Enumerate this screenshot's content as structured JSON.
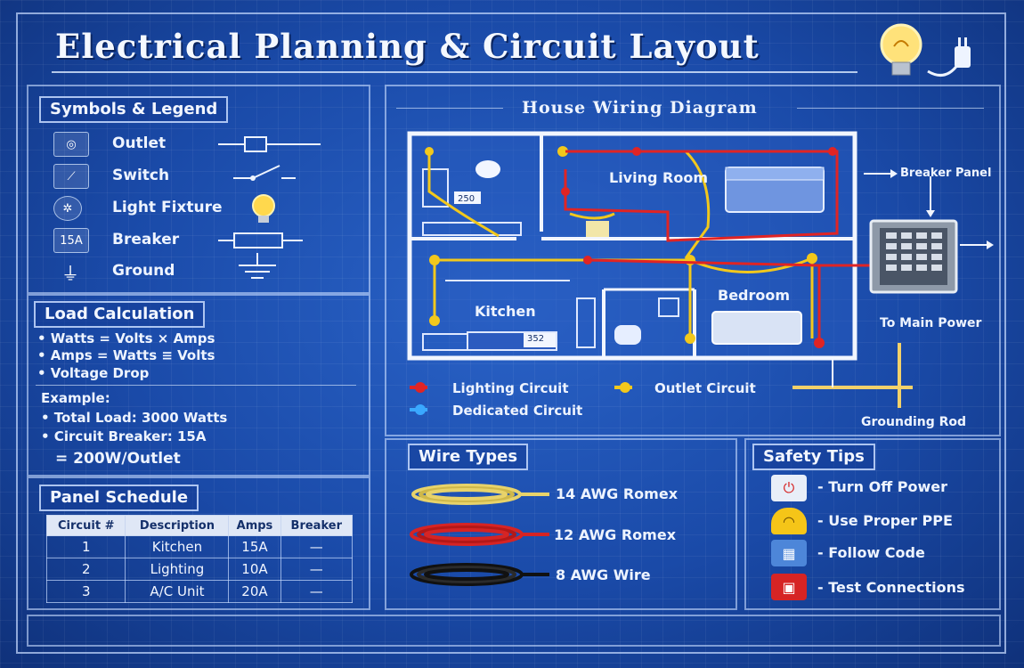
{
  "title": "Electrical Planning & Circuit Layout",
  "legend": {
    "heading": "Symbols & Legend",
    "items": [
      {
        "label": "Outlet",
        "icon": "outlet-icon"
      },
      {
        "label": "Switch",
        "icon": "switch-icon"
      },
      {
        "label": "Light Fixture",
        "icon": "light-fixture-icon"
      },
      {
        "label": "Breaker",
        "icon": "breaker-icon",
        "badge": "15A"
      },
      {
        "label": "Ground",
        "icon": "ground-icon"
      }
    ]
  },
  "load": {
    "heading": "Load Calculation",
    "formulas": [
      "• Watts = Volts × Amps",
      "• Amps = Watts ≡ Volts",
      "• Voltage Drop"
    ],
    "example_label": "Example:",
    "example": [
      "• Total Load: 3000 Watts",
      "• Circuit Breaker: 15A",
      "= 200W/Outlet"
    ]
  },
  "panel_schedule": {
    "heading": "Panel Schedule",
    "columns": [
      "Circuit #",
      "Description",
      "Amps",
      "Breaker"
    ],
    "rows": [
      [
        "1",
        "Kitchen",
        "15A",
        "—"
      ],
      [
        "2",
        "Lighting",
        "10A",
        "—"
      ],
      [
        "3",
        "A/C Unit",
        "20A",
        "—"
      ]
    ]
  },
  "diagram": {
    "heading": "House Wiring Diagram",
    "rooms": {
      "living": "Living Room",
      "kitchen": "Kitchen",
      "bedroom": "Bedroom"
    },
    "breaker_panel": "Breaker Panel",
    "main_power": "To Main Power",
    "grounding_rod": "Grounding Rod",
    "appliance_labels": {
      "stove": "250",
      "oven": "352"
    },
    "circuits": {
      "lighting": "Lighting Circuit",
      "outlet": "Outlet Circuit",
      "dedicated": "Dedicated Circuit"
    },
    "colors": {
      "lighting": "#e02424",
      "outlet": "#f2c81c",
      "dedicated": "#3aa8ff"
    }
  },
  "wire_types": {
    "heading": "Wire Types",
    "items": [
      {
        "label": "14 AWG Romex",
        "color": "#e8d36a"
      },
      {
        "label": "12 AWG Romex",
        "color": "#d62424"
      },
      {
        "label": "8 AWG Wire",
        "color": "#111111"
      }
    ]
  },
  "safety": {
    "heading": "Safety Tips",
    "items": [
      {
        "label": "- Turn Off Power",
        "icon": "power-switch-icon"
      },
      {
        "label": "- Use Proper PPE",
        "icon": "hard-hat-icon"
      },
      {
        "label": "- Follow Code",
        "icon": "code-book-icon"
      },
      {
        "label": "- Test Connections",
        "icon": "tester-icon"
      }
    ]
  }
}
